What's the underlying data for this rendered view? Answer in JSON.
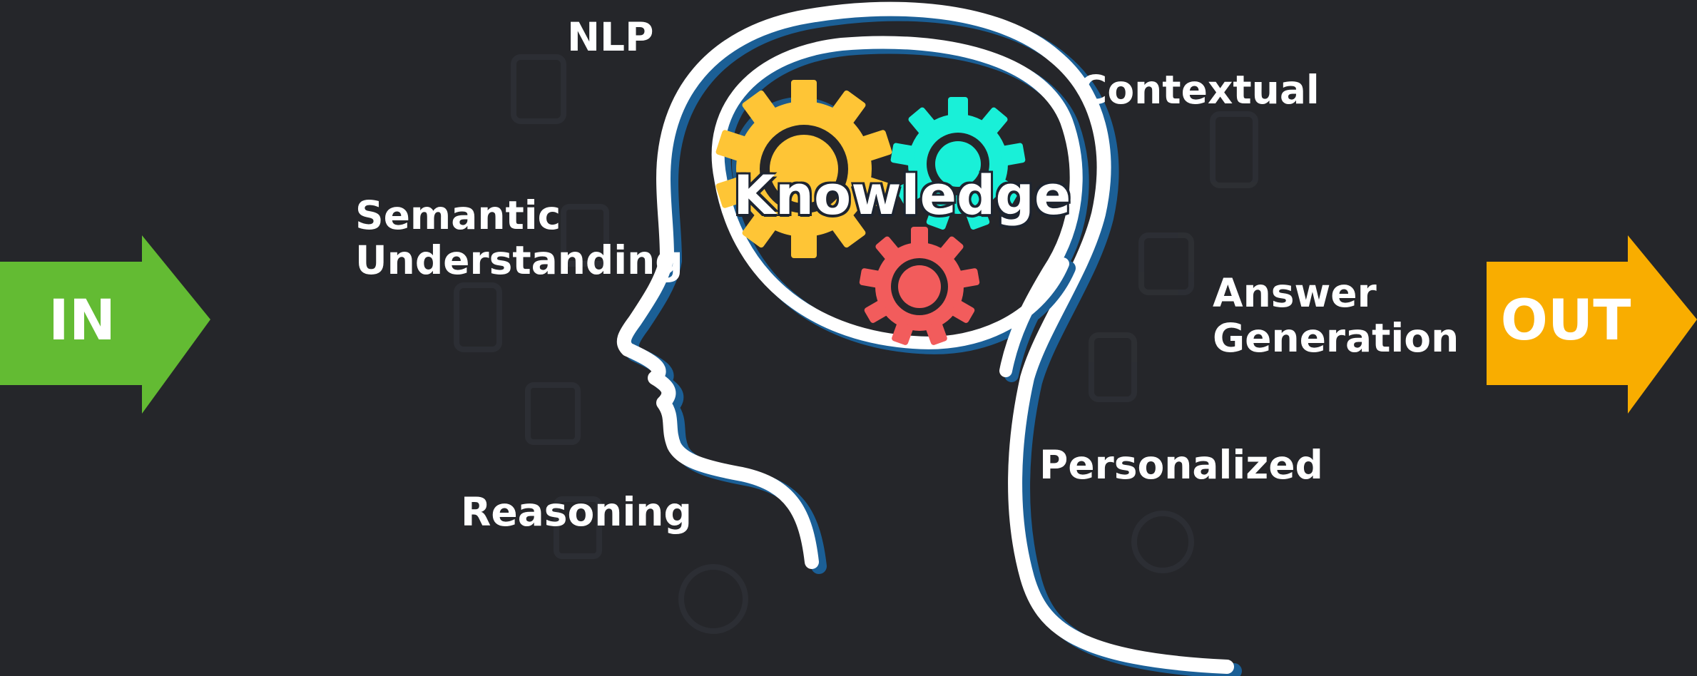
{
  "input_label": "IN",
  "output_label": "OUT",
  "center_label": "Knowledge",
  "labels": {
    "nlp": "NLP",
    "semantic_line1": "Semantic",
    "semantic_line2": "Understanding",
    "reasoning": "Reasoning",
    "contextual": "Contextual",
    "answer_line1": "Answer",
    "answer_line2": "Generation",
    "personalized": "Personalized"
  },
  "colors": {
    "background": "#25262a",
    "in_arrow": "#63bb33",
    "out_arrow": "#f9ad00",
    "gear_yellow": "#fec536",
    "gear_cyan": "#19f0d8",
    "gear_red": "#f25c5c",
    "head_outline": "#ffffff",
    "head_shadow": "#1b5f96"
  },
  "icons": [
    "gear-icon-yellow",
    "gear-icon-cyan",
    "gear-icon-red",
    "head-outline-icon"
  ]
}
